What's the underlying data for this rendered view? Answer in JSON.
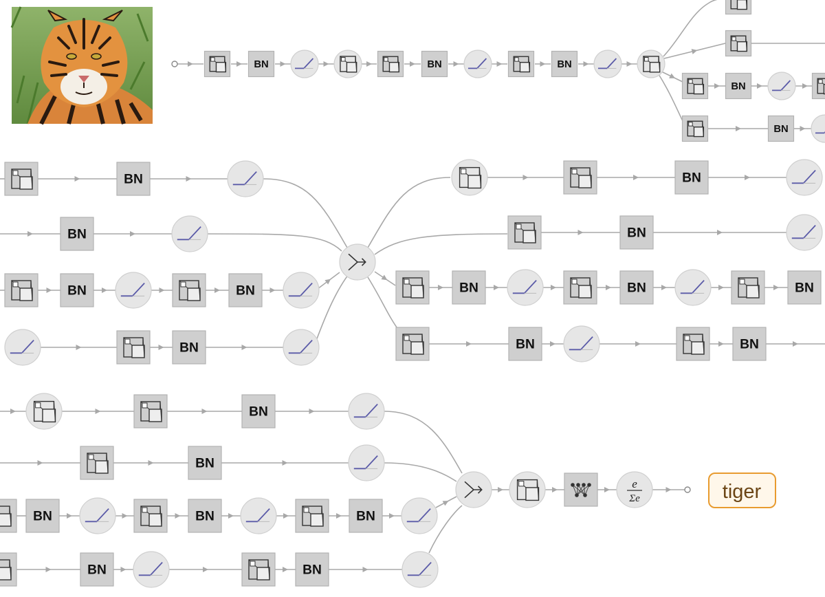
{
  "bn_label": "BN",
  "softmax": {
    "numerator": "e",
    "denominator": "Σe"
  },
  "output_label": "tiger",
  "colors": {
    "edge": "#a8a8a8",
    "node_fill": "#cfcfcf",
    "node_stroke": "#b2b2b2",
    "circle_fill": "#e6e6e6",
    "ramp": "#5b5ba8",
    "tag_stroke": "#e89b2f",
    "tag_fill": "#fff7ea",
    "tag_text": "#6b4515"
  },
  "icons": {
    "input_image": "tiger-photo",
    "conv": "convolution-icon",
    "bn": "batchnorm-icon",
    "ramp": "ramp-activation-icon",
    "pool": "pooling-icon",
    "catenate": "catenate-icon",
    "linear": "linear-layer-icon",
    "softmax": "softmax-icon"
  }
}
